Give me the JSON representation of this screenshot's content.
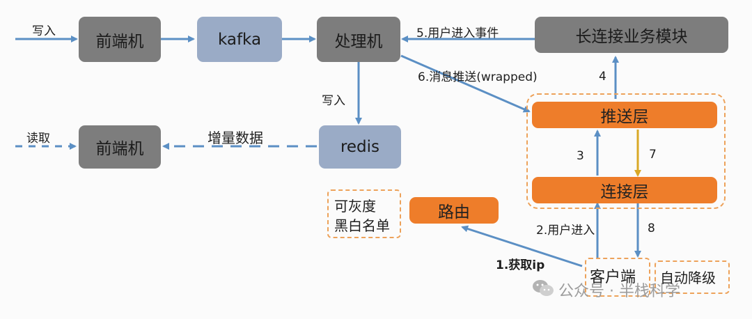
{
  "nodes": {
    "frontend_top": "前端机",
    "kafka": "kafka",
    "processor": "处理机",
    "long_conn_module": "长连接业务模块",
    "frontend_bottom": "前端机",
    "redis": "redis",
    "push_layer": "推送层",
    "conn_layer": "连接层",
    "router": "路由",
    "client": "客户端",
    "auto_degrade": "自动降级",
    "gray_list_line1": "可灰度",
    "gray_list_line2": "黑白名单"
  },
  "edge_labels": {
    "write_in_top": "写入",
    "user_enter_event": "5.用户进入事件",
    "msg_push": "6.消息推送(wrapped)",
    "write_in_redis": "写入",
    "read": "读取",
    "incremental_data": "增量数据",
    "step4": "4",
    "step3": "3",
    "step7": "7",
    "step2": "2.用户进入",
    "step8": "8",
    "step1": "1.获取ip"
  },
  "watermark": {
    "text": "公众号 · 半栈科学",
    "icon": "wechat-icon"
  },
  "colors": {
    "gray_node": "#7d7d7d",
    "blue_node": "#9aabc6",
    "orange_node": "#ee7d2a",
    "arrow_blue": "#5b8fc4",
    "arrow_yellow": "#d9a826",
    "dash_orange": "#eda25a"
  }
}
